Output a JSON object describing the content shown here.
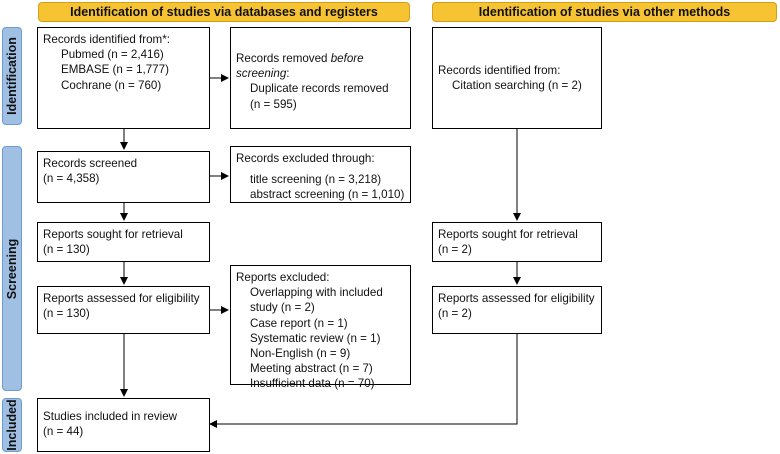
{
  "headers": {
    "databases": "Identification of studies via databases and registers",
    "other": "Identification of studies via other methods"
  },
  "phases": {
    "identification": "Identification",
    "screening": "Screening",
    "included": "Included"
  },
  "boxes": {
    "identified": {
      "title": "Records identified from*:",
      "items": [
        "Pubmed (n = 2,416)",
        "EMBASE (n = 1,777)",
        "Cochrane (n = 760)"
      ]
    },
    "removed": {
      "title_plain": "Records removed ",
      "title_em": "before",
      "title_em2": "screening",
      "title_colon": ":",
      "item": "Duplicate records removed",
      "item2": "(n = 595)"
    },
    "screened": {
      "line1": "Records screened",
      "line2": "(n = 4,358)"
    },
    "excluded": {
      "title": "Records excluded through:",
      "items": [
        "title screening (n = 3,218)",
        "abstract screening (n = 1,010)"
      ]
    },
    "sought": {
      "line1": "Reports sought for retrieval",
      "line2": "(n = 130)"
    },
    "assessed": {
      "line1": "Reports assessed for eligibility",
      "line2": "(n = 130)"
    },
    "reports_excluded": {
      "title": "Reports excluded:",
      "items": [
        "Overlapping with included",
        "study (n = 2)",
        "Case report (n = 1)",
        "Systematic review (n = 1)",
        "Non-English (n = 9)",
        "Meeting abstract (n = 7)",
        "Insufficient data (n = 70)"
      ]
    },
    "included": {
      "line1": "Studies included in review",
      "line2": "(n = 44)"
    },
    "other_identified": {
      "title": "Records identified from:",
      "item": "Citation searching (n = 2)"
    },
    "other_sought": {
      "line1": "Reports sought for retrieval",
      "line2": "(n = 2)"
    },
    "other_assessed": {
      "line1": "Reports assessed for eligibility",
      "line2": "(n = 2)"
    }
  }
}
